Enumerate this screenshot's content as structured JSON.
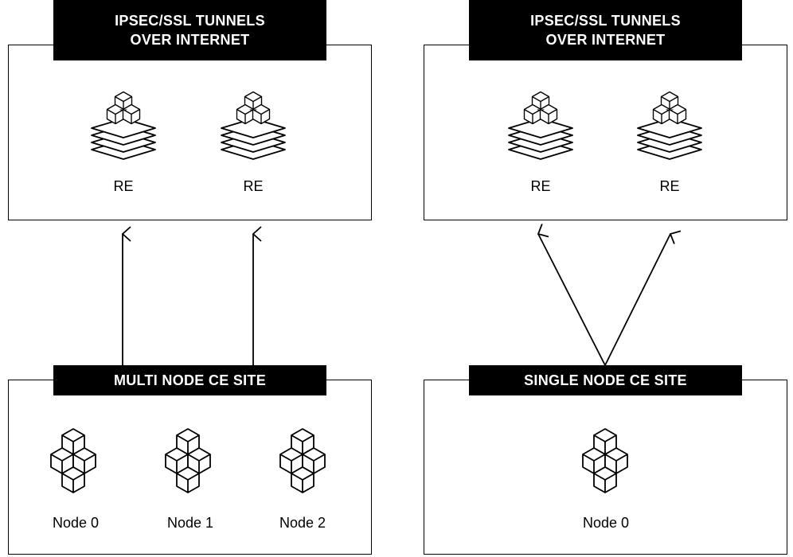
{
  "top_left": {
    "title_line1": "IPSEC/SSL TUNNELS",
    "title_line2": "OVER INTERNET",
    "nodes": [
      "RE",
      "RE"
    ]
  },
  "top_right": {
    "title_line1": "IPSEC/SSL TUNNELS",
    "title_line2": "OVER INTERNET",
    "nodes": [
      "RE",
      "RE"
    ]
  },
  "bottom_left": {
    "title": "MULTI NODE CE SITE",
    "nodes": [
      "Node 0",
      "Node 1",
      "Node 2"
    ]
  },
  "bottom_right": {
    "title": "SINGLE NODE CE SITE",
    "nodes": [
      "Node 0"
    ]
  },
  "icons": {
    "re": "layered-cubes-icon",
    "node": "cube-cluster-icon"
  }
}
